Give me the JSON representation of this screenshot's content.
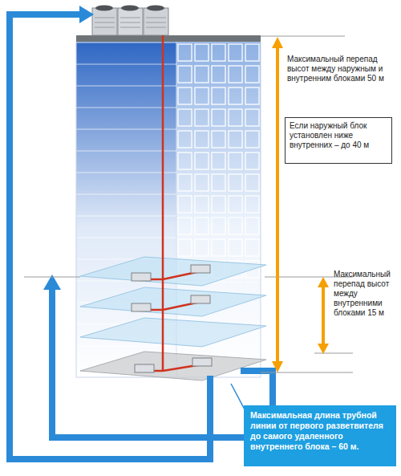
{
  "diagram": {
    "nodes": [
      {
        "text": [
          "Если наружный блок установлен ниже внутренних – до 40 м"
        ]
      },
      {
        "text": [
          "Максимальная длина трубной линии от первого разветвителя до самого удаленного внутреннего блока – 60 м."
        ]
      }
    ],
    "labels": [
      "Максимальный перепад высот между наружным и внутренним блоками 50 м",
      "Максимальный перепад высот между внутренними блоками 15 м"
    ]
  }
}
